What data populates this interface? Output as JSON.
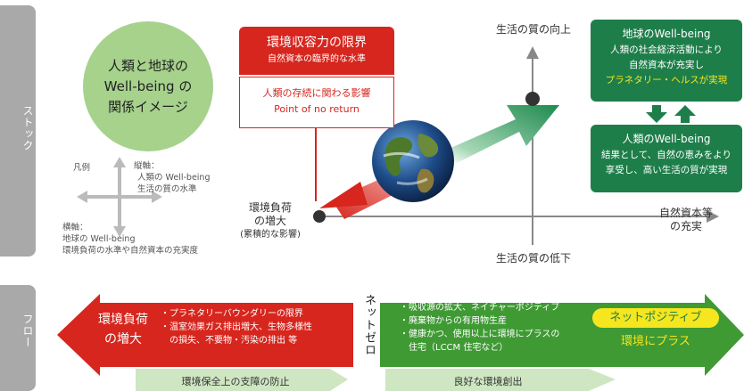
{
  "side_labels": {
    "stock": "ストック",
    "flow": "フロー"
  },
  "title_circle": {
    "line1": "人類と地球の",
    "line2": "Well-being の",
    "line3": "関係イメージ"
  },
  "legend": {
    "label": "凡例",
    "vertical_title": "縦軸：",
    "vertical_line1": "人類の Well-being",
    "vertical_line2": "生活の質の水準",
    "horizontal_title": "横軸：",
    "horizontal_line1": "地球の Well-being",
    "horizontal_line2": "環境負荷の水準や自然資本の充実度"
  },
  "capacity_box": {
    "title": "環境収容力の限界",
    "subtitle": "自然資本の臨界的な水準",
    "impact_line1": "人類の存続に関わる影響",
    "impact_line2": "Point of no return"
  },
  "axes": {
    "top": "生活の質の向上",
    "bottom": "生活の質の低下",
    "left_line1": "環境負荷",
    "left_line2": "の増大",
    "left_line3": "(累積的な影響)",
    "right_line1": "自然資本等",
    "right_line2": "の充実"
  },
  "earth_box": {
    "title": "地球のWell-being",
    "line1": "人類の社会経済活動により",
    "line2": "自然資本が充実し",
    "highlight": "プラネタリー・ヘルスが実現"
  },
  "human_box": {
    "title": "人類のWell-being",
    "line1": "結果として、自然の恵みをより",
    "line2": "享受し、高い生活の質が実現"
  },
  "flow": {
    "red_title_line1": "環境負荷",
    "red_title_line2": "の増大",
    "red_bullets": [
      "・プラネタリーバウンダリーの限界",
      "・温室効果ガス排出増大、生物多様性",
      "　の損失、不要物・汚染の排出 等"
    ],
    "net_zero": "ネットゼロ",
    "green_bullets": [
      "・吸収源の拡大、ネイチャーポジティブ",
      "・廃棄物からの有用物生産",
      "・健康かつ、使用以上に環境にプラスの",
      "　住宅（LCCM 住宅など）"
    ],
    "net_positive": "ネットポジティブ",
    "env_plus": "環境にプラス",
    "bottom_left": "環境保全上の支障の防止",
    "bottom_right": "良好な環境創出"
  },
  "colors": {
    "red": "#d7261e",
    "green_dark": "#1e7e4a",
    "green_flow": "#3f9a34",
    "light_green": "#a6d28c",
    "yellow": "#f5e61d",
    "gray": "#a9a9a9"
  }
}
